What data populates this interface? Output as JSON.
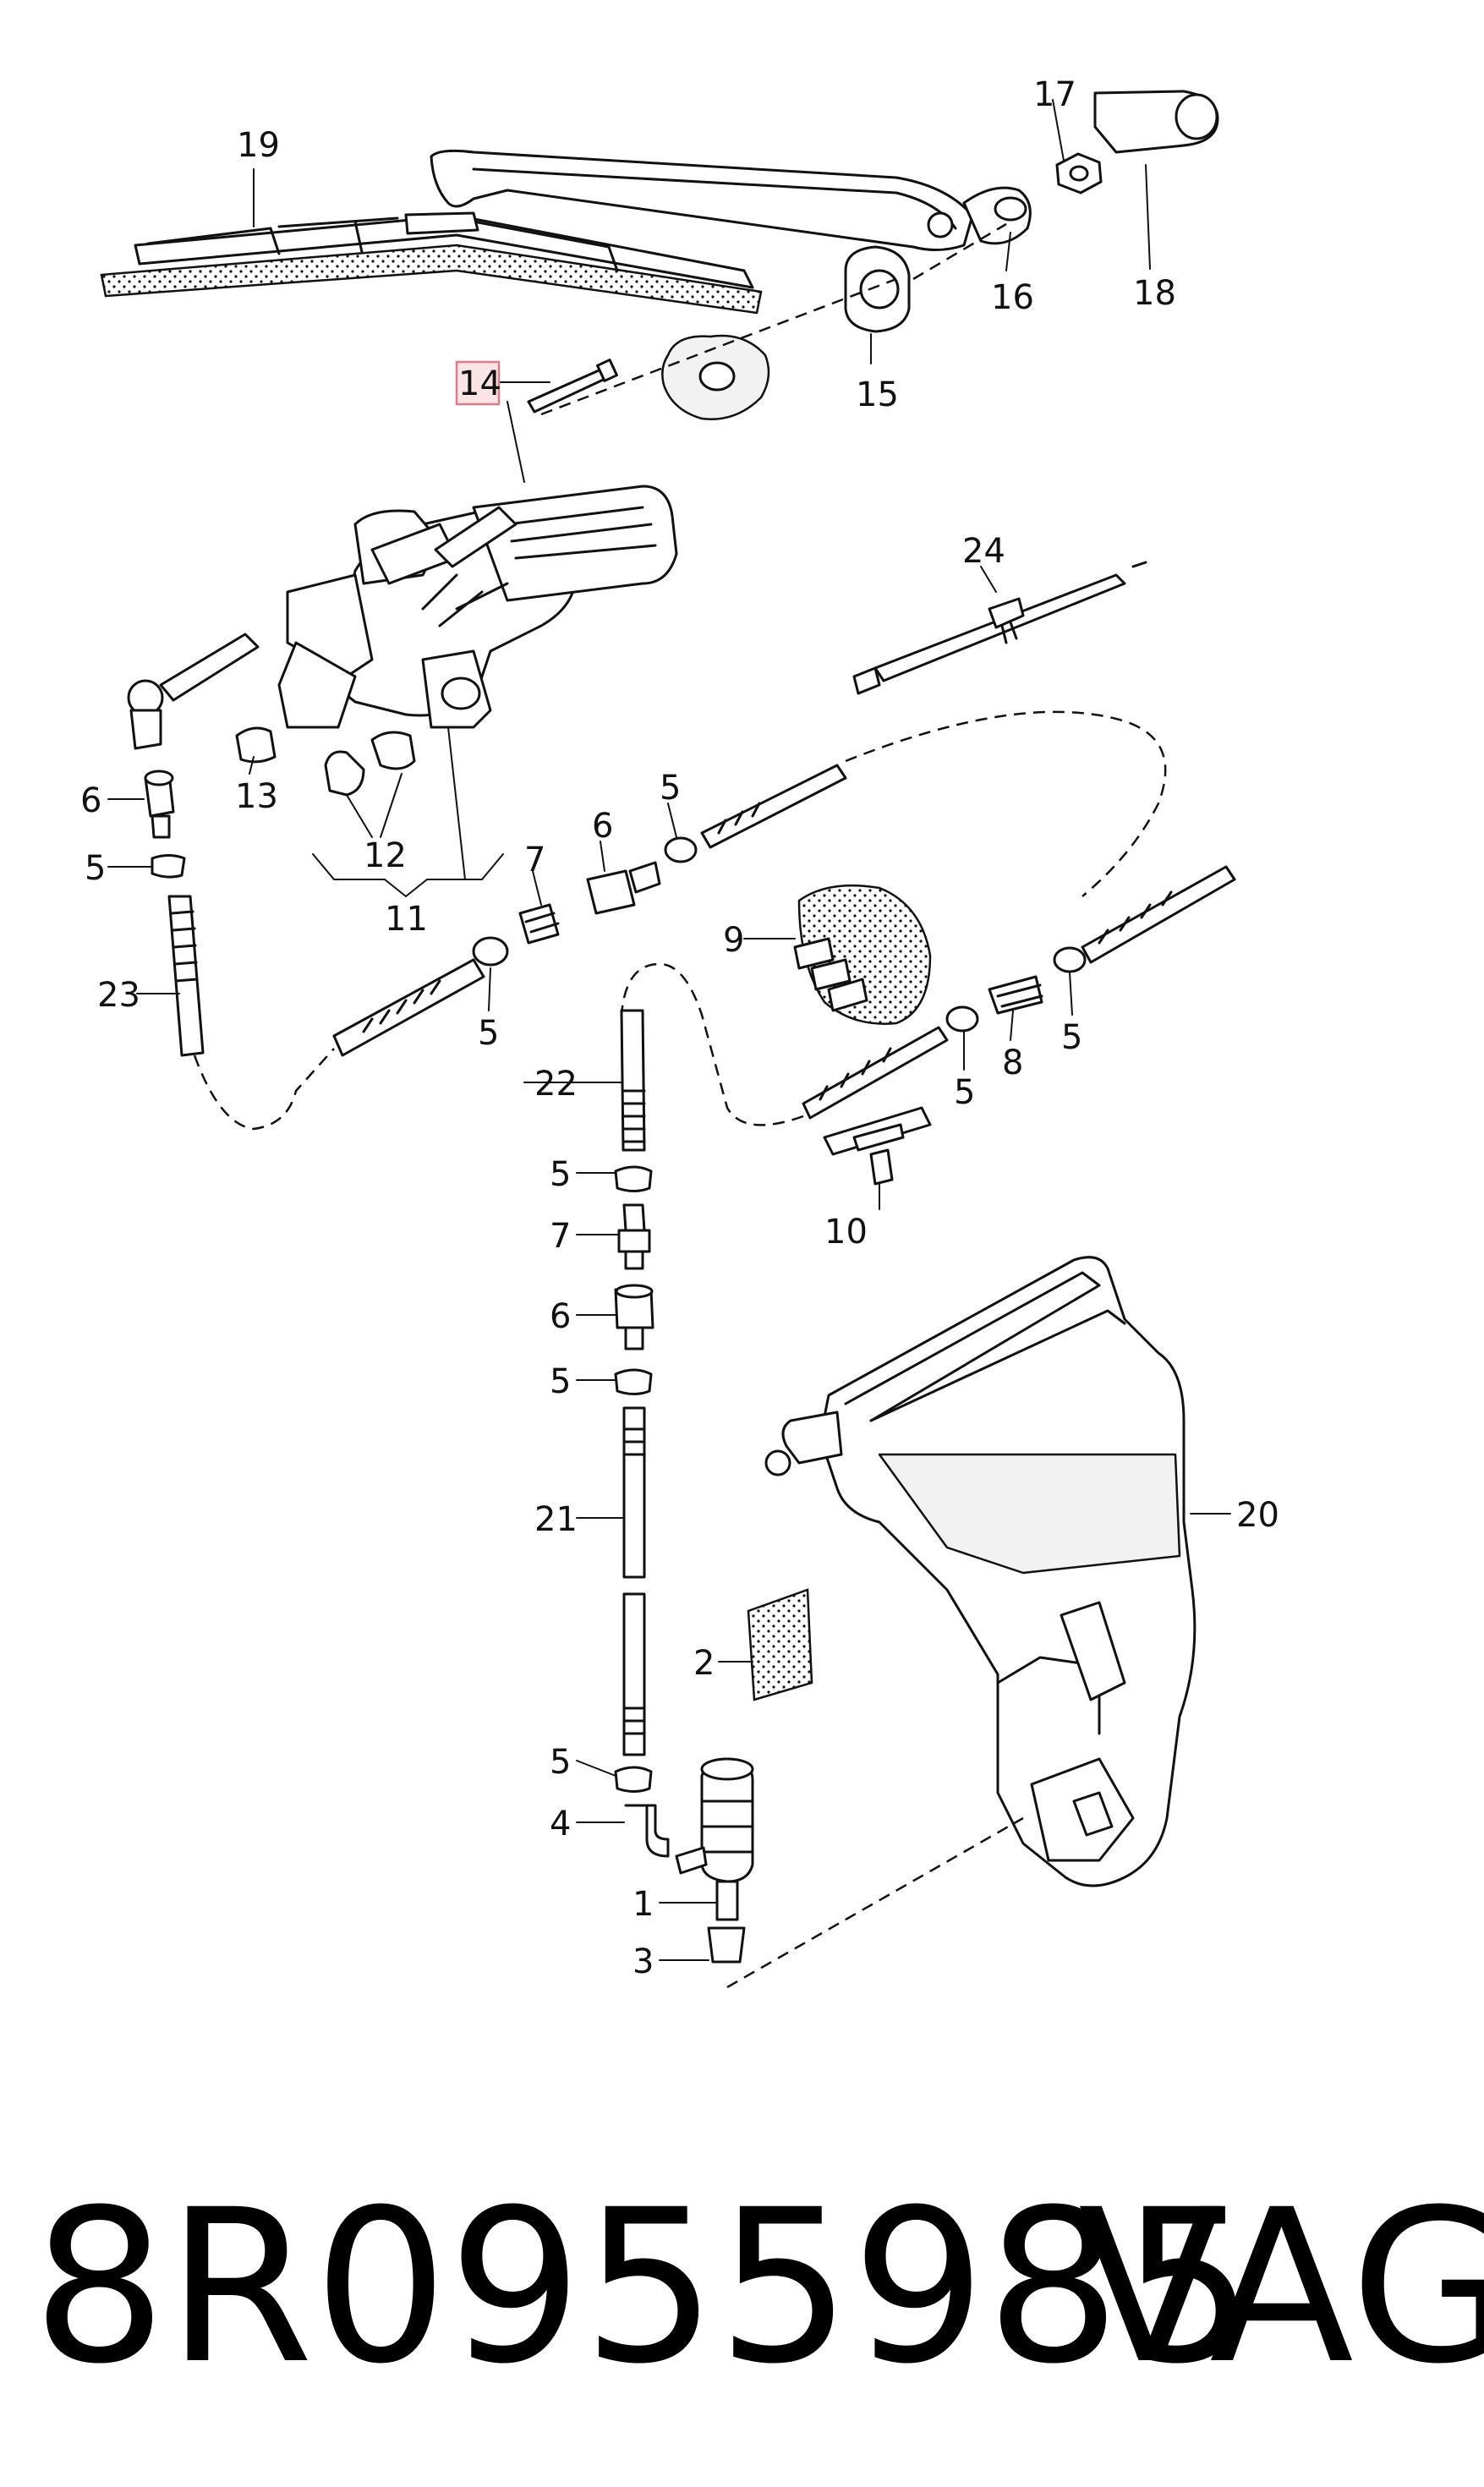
{
  "callouts": {
    "c1": "1",
    "c2": "2",
    "c3": "3",
    "c4": "4",
    "c5": "5",
    "c6": "6",
    "c7": "7",
    "c8": "8",
    "c9": "9",
    "c10": "10",
    "c11": "11",
    "c12": "12",
    "c13": "13",
    "c14": "14",
    "c15": "15",
    "c16": "16",
    "c17": "17",
    "c18": "18",
    "c19": "19",
    "c20": "20",
    "c21": "21",
    "c22": "22",
    "c23": "23",
    "c24": "24"
  },
  "highlighted_callout": "14",
  "highlight_color": "#e07a85",
  "part_number": "8R0955985",
  "brand": "VAG"
}
